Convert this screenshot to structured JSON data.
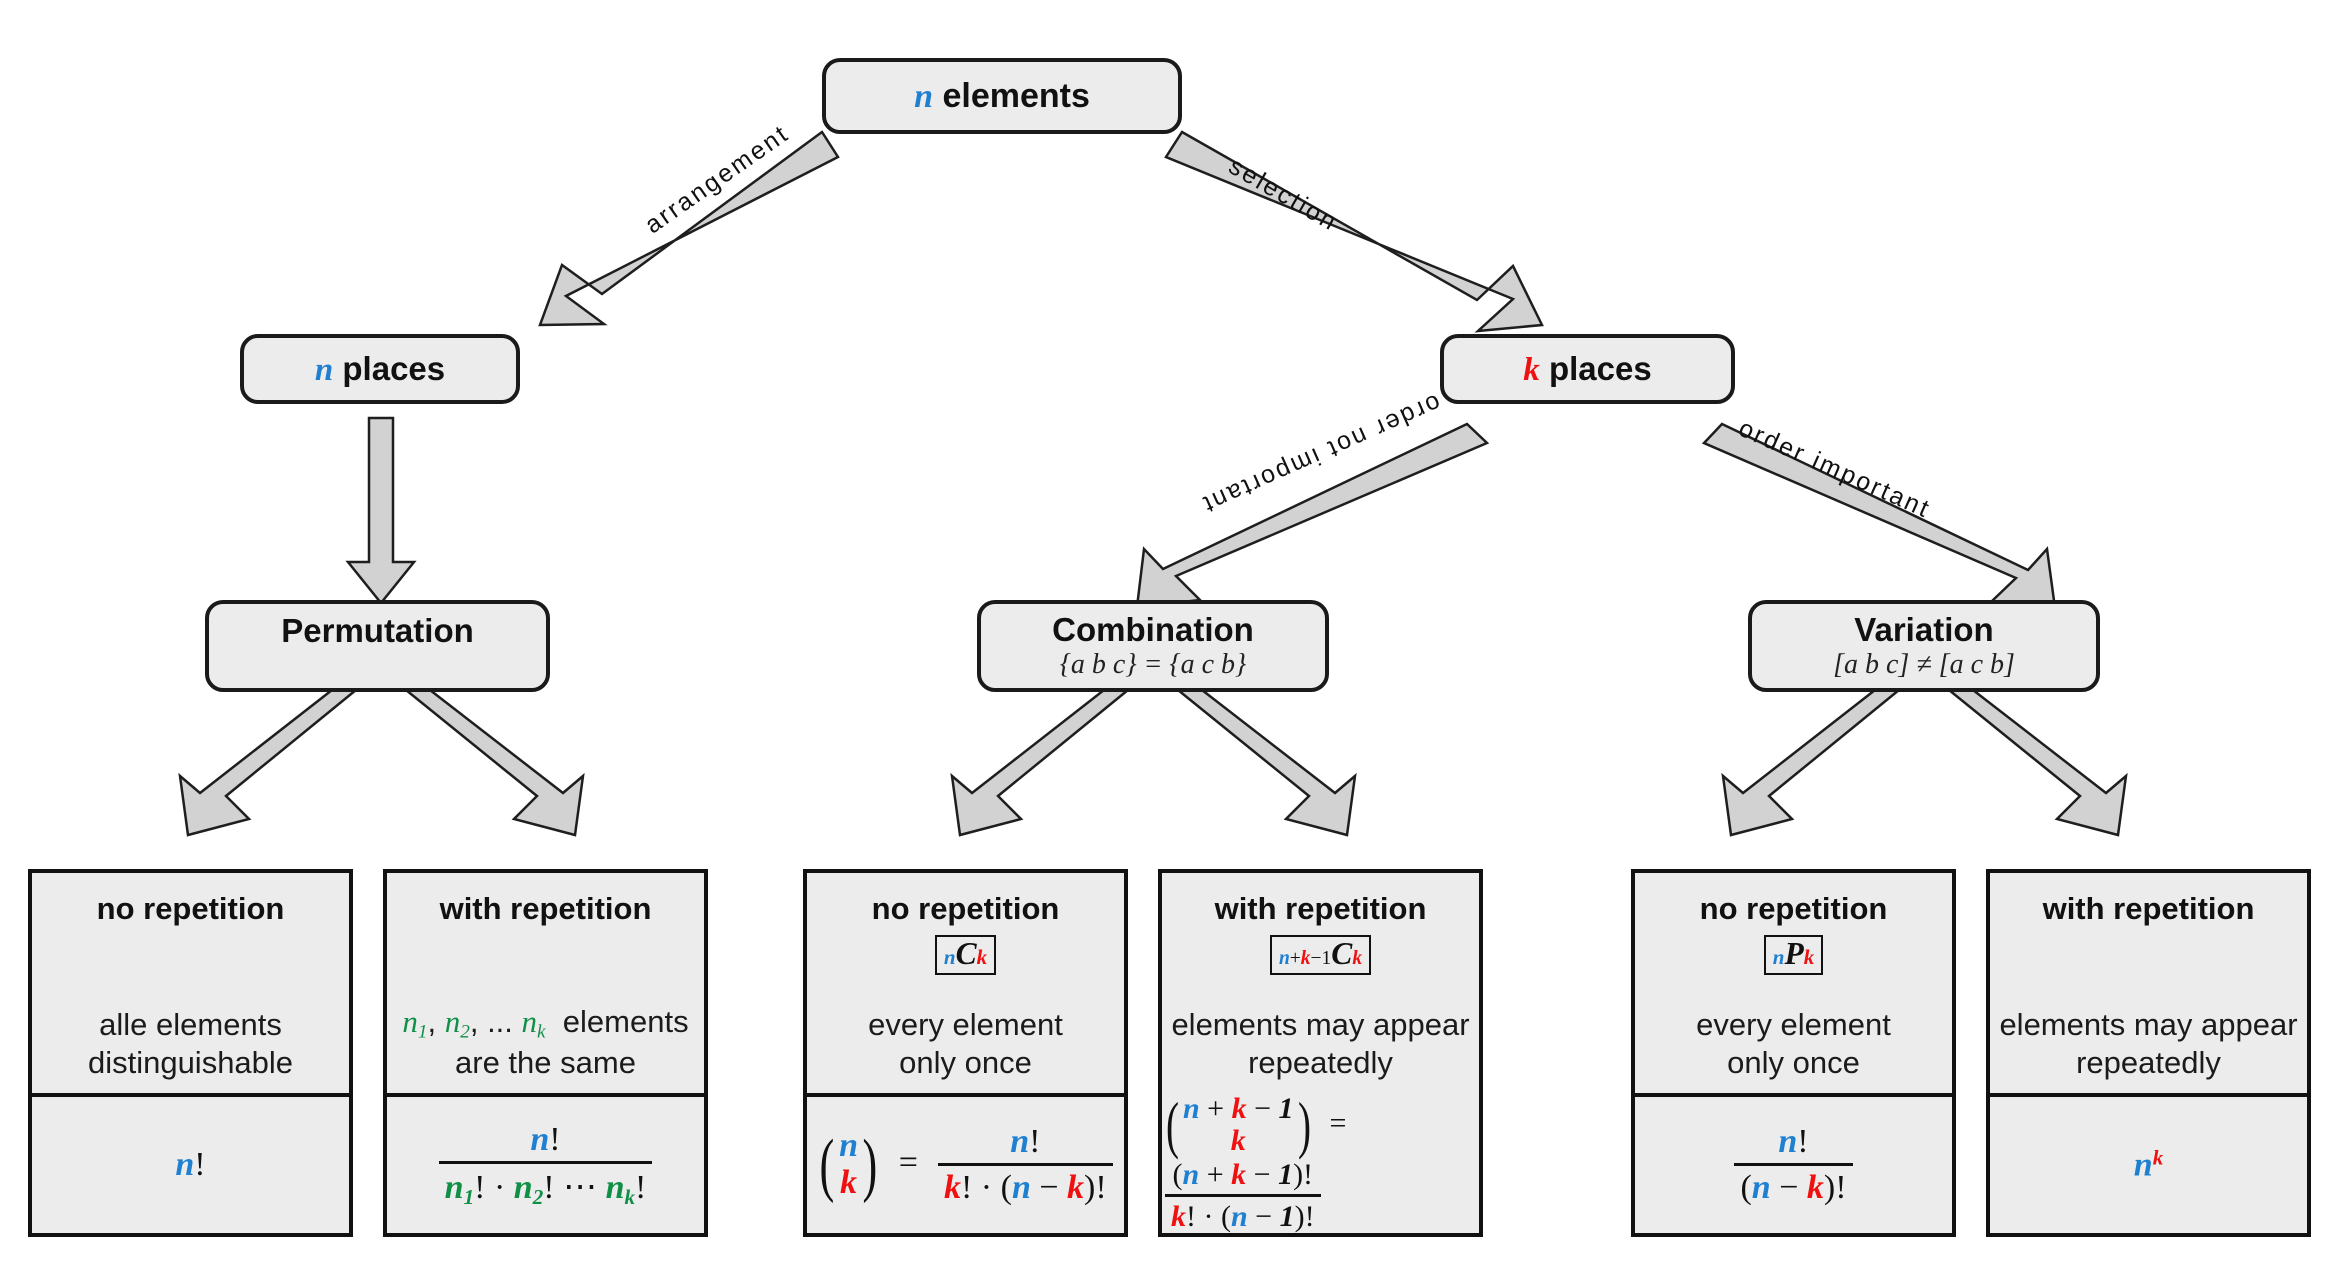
{
  "diagram": {
    "title_root": "elements",
    "nodes": {
      "root": {
        "var": "n",
        "label": "elements"
      },
      "n_places": {
        "var": "n",
        "label": "places"
      },
      "k_places": {
        "var": "k",
        "label": "places"
      },
      "permutation": {
        "title": "Permutation",
        "sub": ""
      },
      "combination": {
        "title": "Combination",
        "sub": "{a b c} = {a c b}"
      },
      "variation": {
        "title": "Variation",
        "sub": "[a b c] ≠ [a c b]"
      }
    },
    "edges": [
      {
        "name": "arrangement",
        "label": "arrangement"
      },
      {
        "name": "selection",
        "label": "selection"
      },
      {
        "name": "n-to-permutation",
        "label": ""
      },
      {
        "name": "order-not-important",
        "label": "order not important"
      },
      {
        "name": "order-important",
        "label": "order important"
      }
    ],
    "leaves": [
      {
        "id": "permutation-no-repetition",
        "head": "no repetition",
        "notation": "",
        "desc_line1": "alle elements",
        "desc_line2": "distinguishable",
        "formula_plain": "n!"
      },
      {
        "id": "permutation-with-repetition",
        "head": "with repetition",
        "notation": "",
        "desc_line1": "n₁, n₂, ... nₖ elements",
        "desc_line2": "are the same",
        "formula_plain": "n! / (n₁! · n₂! ⋯ nₖ!)"
      },
      {
        "id": "combination-no-repetition",
        "head": "no repetition",
        "notation": "nCk",
        "desc_line1": "every element",
        "desc_line2": "only once",
        "formula_plain": "(n k) = n! / (k! · (n − k)!)"
      },
      {
        "id": "combination-with-repetition",
        "head": "with repetition",
        "notation": "n+k-1Ck",
        "desc_line1": "elements may appear",
        "desc_line2": "repeatedly",
        "formula_plain": "(n+k−1 k) = (n + k − 1)! / (k! · (n − 1)!)"
      },
      {
        "id": "variation-no-repetition",
        "head": "no repetition",
        "notation": "nPk",
        "desc_line1": "every element",
        "desc_line2": "only once",
        "formula_plain": "n! / (n − k)!"
      },
      {
        "id": "variation-with-repetition",
        "head": "with repetition",
        "notation": "",
        "desc_line1": "elements may appear",
        "desc_line2": "repeatedly",
        "formula_plain": "nᵏ"
      }
    ],
    "colors": {
      "n": "#1f7fd0",
      "k": "#f01010",
      "subscript_n": "#0f9046",
      "node_fill": "#ececec",
      "node_border": "#111111",
      "arrow_fill": "#d2d2d2",
      "arrow_stroke": "#222222"
    }
  }
}
